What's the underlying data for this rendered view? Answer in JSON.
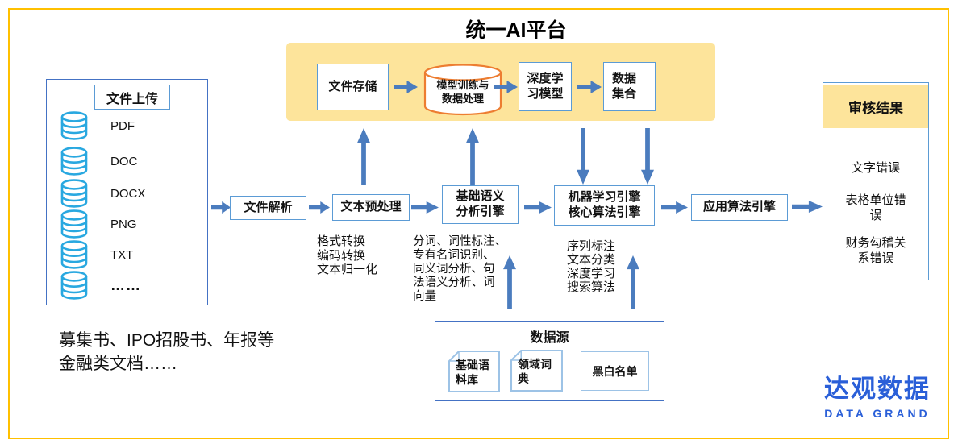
{
  "title": "统一AI平台",
  "platform": {
    "file_storage": "文件存储",
    "model_training": "模型训练与\n数据处理",
    "deep_learning": "深度学\n习模型",
    "data_collection": "数据\n集合"
  },
  "upload": {
    "title": "文件上传",
    "items": [
      "PDF",
      "DOC",
      "DOCX",
      "PNG",
      "TXT",
      "……"
    ],
    "caption": "募集书、IPO招股书、年报等\n金融类文档……"
  },
  "pipeline": {
    "file_parse": "文件解析",
    "preprocess": "文本预处理",
    "preprocess_notes": "格式转换\n编码转换\n文本归一化",
    "semantic": "基础语义\n分析引擎",
    "semantic_notes": "分词、词性标注、\n专有名词识别、\n同义词分析、句\n法语义分析、词\n向量",
    "ml": "机器学习引擎\n核心算法引擎",
    "ml_notes": "序列标注\n文本分类\n深度学习\n搜索算法",
    "applied": "应用算法引擎"
  },
  "datasource": {
    "title": "数据源",
    "corpus": "基础语\n料库",
    "dictionary": "领域词\n典",
    "blacklist": "黑白名单"
  },
  "result": {
    "title": "审核结果",
    "items": [
      "文字错误",
      "表格单位错\n误",
      "财务勾稽关\n系错误"
    ]
  },
  "logo": {
    "cn": "达观数据",
    "en": "DATA GRAND"
  },
  "colors": {
    "frame_gold": "#FFC000",
    "band_yellow": "#FDE49B",
    "box_border_blue": "#5B9BD5",
    "panel_border_blue": "#4472C4",
    "arrow_blue": "#4B7CBE",
    "cylinder_blue": "#29A8E0",
    "cylinder_orange": "#ED7D31",
    "logo_blue": "#2A5FD8"
  }
}
